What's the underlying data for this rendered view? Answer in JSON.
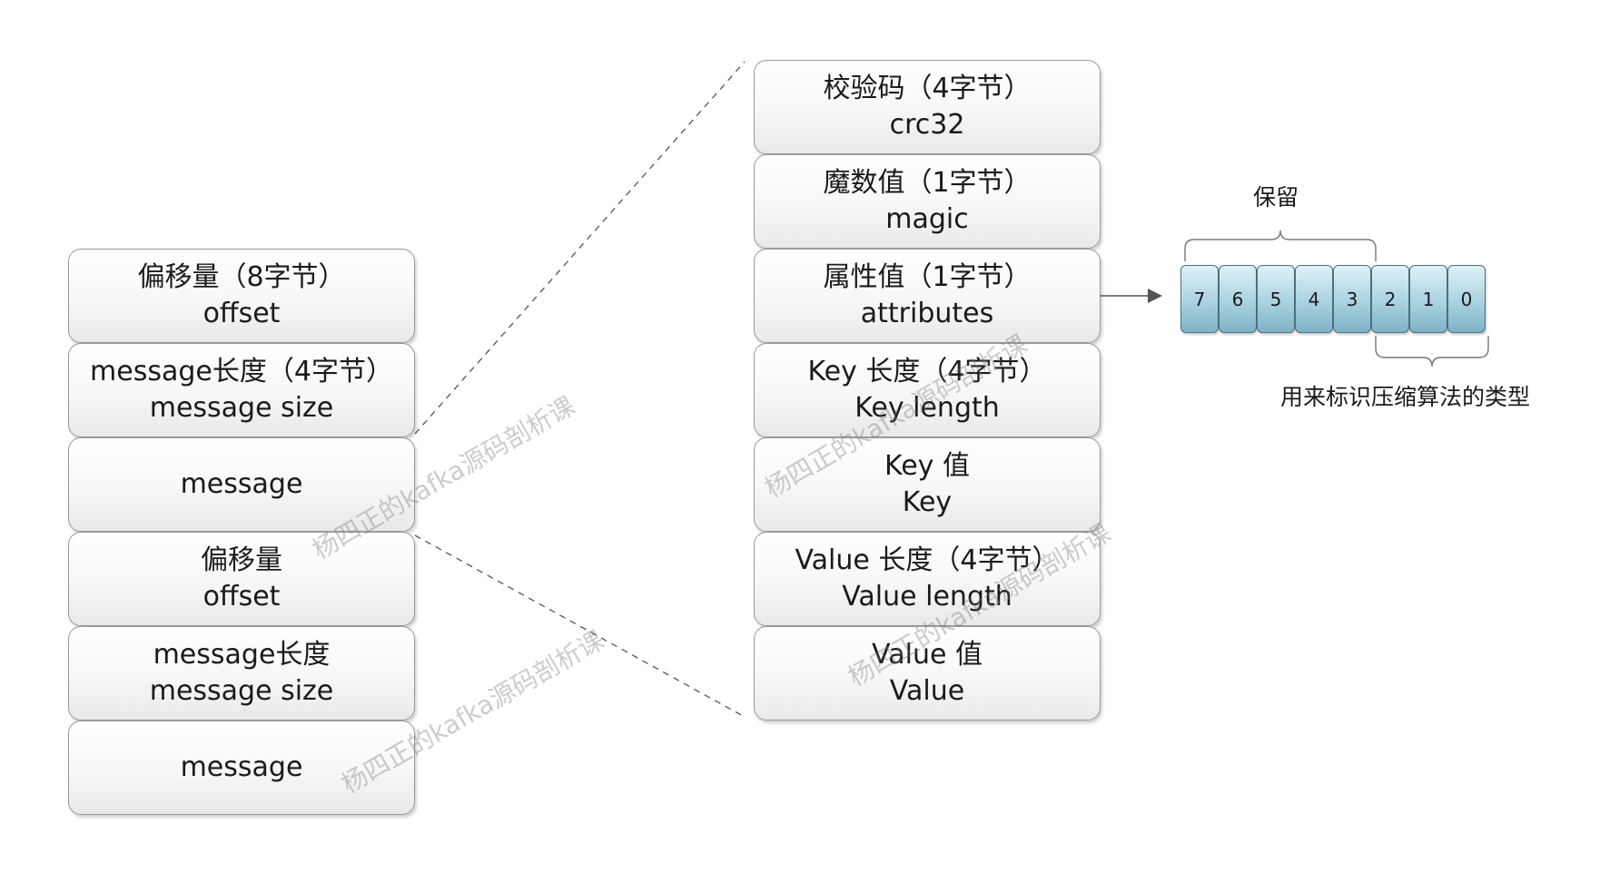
{
  "left_column": [
    {
      "line1": "偏移量（8字节）",
      "line2": "offset"
    },
    {
      "line1": "message长度（4字节）",
      "line2": "message size"
    },
    {
      "line1": "message",
      "line2": ""
    },
    {
      "line1": "偏移量",
      "line2": "offset"
    },
    {
      "line1": "message长度",
      "line2": "message size"
    },
    {
      "line1": "message",
      "line2": ""
    }
  ],
  "right_column": [
    {
      "line1": "校验码（4字节）",
      "line2": "crc32"
    },
    {
      "line1": "魔数值（1字节）",
      "line2": "magic"
    },
    {
      "line1": "属性值（1字节）",
      "line2": "attributes"
    },
    {
      "line1": "Key 长度（4字节）",
      "line2": "Key length"
    },
    {
      "line1": "Key 值",
      "line2": "Key"
    },
    {
      "line1": "Value 长度（4字节）",
      "line2": "Value length"
    },
    {
      "line1": "Value 值",
      "line2": "Value"
    }
  ],
  "bits": [
    "7",
    "6",
    "5",
    "4",
    "3",
    "2",
    "1",
    "0"
  ],
  "reserved_label": "保留",
  "compression_label": "用来标识压缩算法的类型",
  "watermark_text": "杨四正的kafka源码剖析课",
  "colors": {
    "box_border": "#9a9a9a",
    "bit_fill": "#a9d2e0",
    "bit_border": "#4f6f7e",
    "connector": "#555555",
    "watermark": "#787878"
  }
}
